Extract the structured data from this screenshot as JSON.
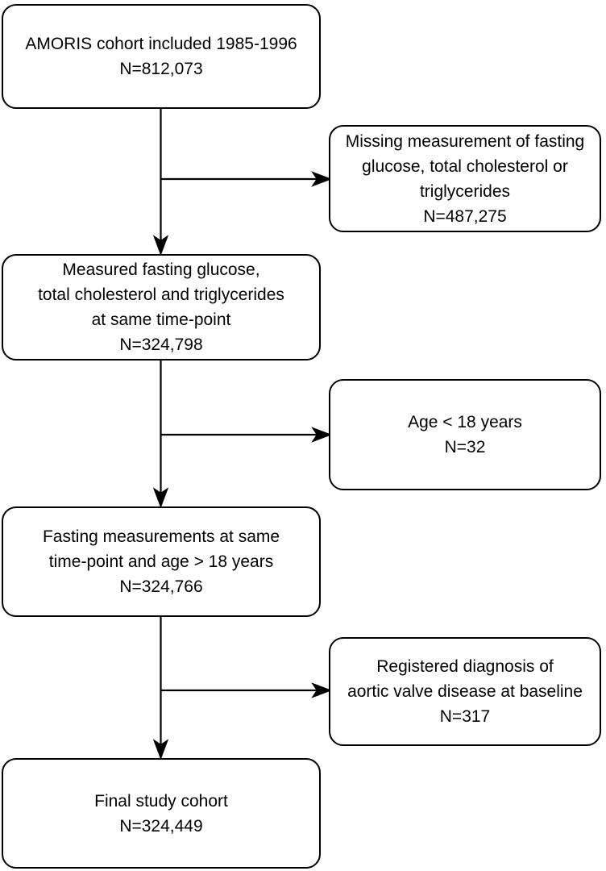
{
  "colors": {
    "background": "#ffffff",
    "box_fill": "#ffffff",
    "box_border": "#000000",
    "text": "#000000",
    "arrow": "#000000"
  },
  "main_boxes": [
    {
      "name": "amoris-cohort",
      "lines": [
        "AMORIS cohort included 1985-1996",
        "N=812,073"
      ]
    },
    {
      "name": "measured-fasting",
      "lines": [
        "Measured fasting glucose,",
        "total cholesterol and triglycerides",
        "at same time-point",
        "N=324,798"
      ]
    },
    {
      "name": "fasting-age",
      "lines": [
        "Fasting measurements at same",
        "time-point and age > 18 years",
        "N=324,766"
      ]
    },
    {
      "name": "final-cohort",
      "lines": [
        "Final study cohort",
        "N=324,449"
      ]
    }
  ],
  "exclusion_boxes": [
    {
      "name": "missing-measurement",
      "lines": [
        "Missing measurement of fasting",
        "glucose, total cholesterol or",
        "triglycerides",
        "N=487,275"
      ]
    },
    {
      "name": "age-under-18",
      "lines": [
        "Age < 18 years",
        "N=32"
      ]
    },
    {
      "name": "aortic-valve-disease",
      "lines": [
        "Registered diagnosis of",
        "aortic valve disease at baseline",
        "N=317"
      ]
    }
  ]
}
